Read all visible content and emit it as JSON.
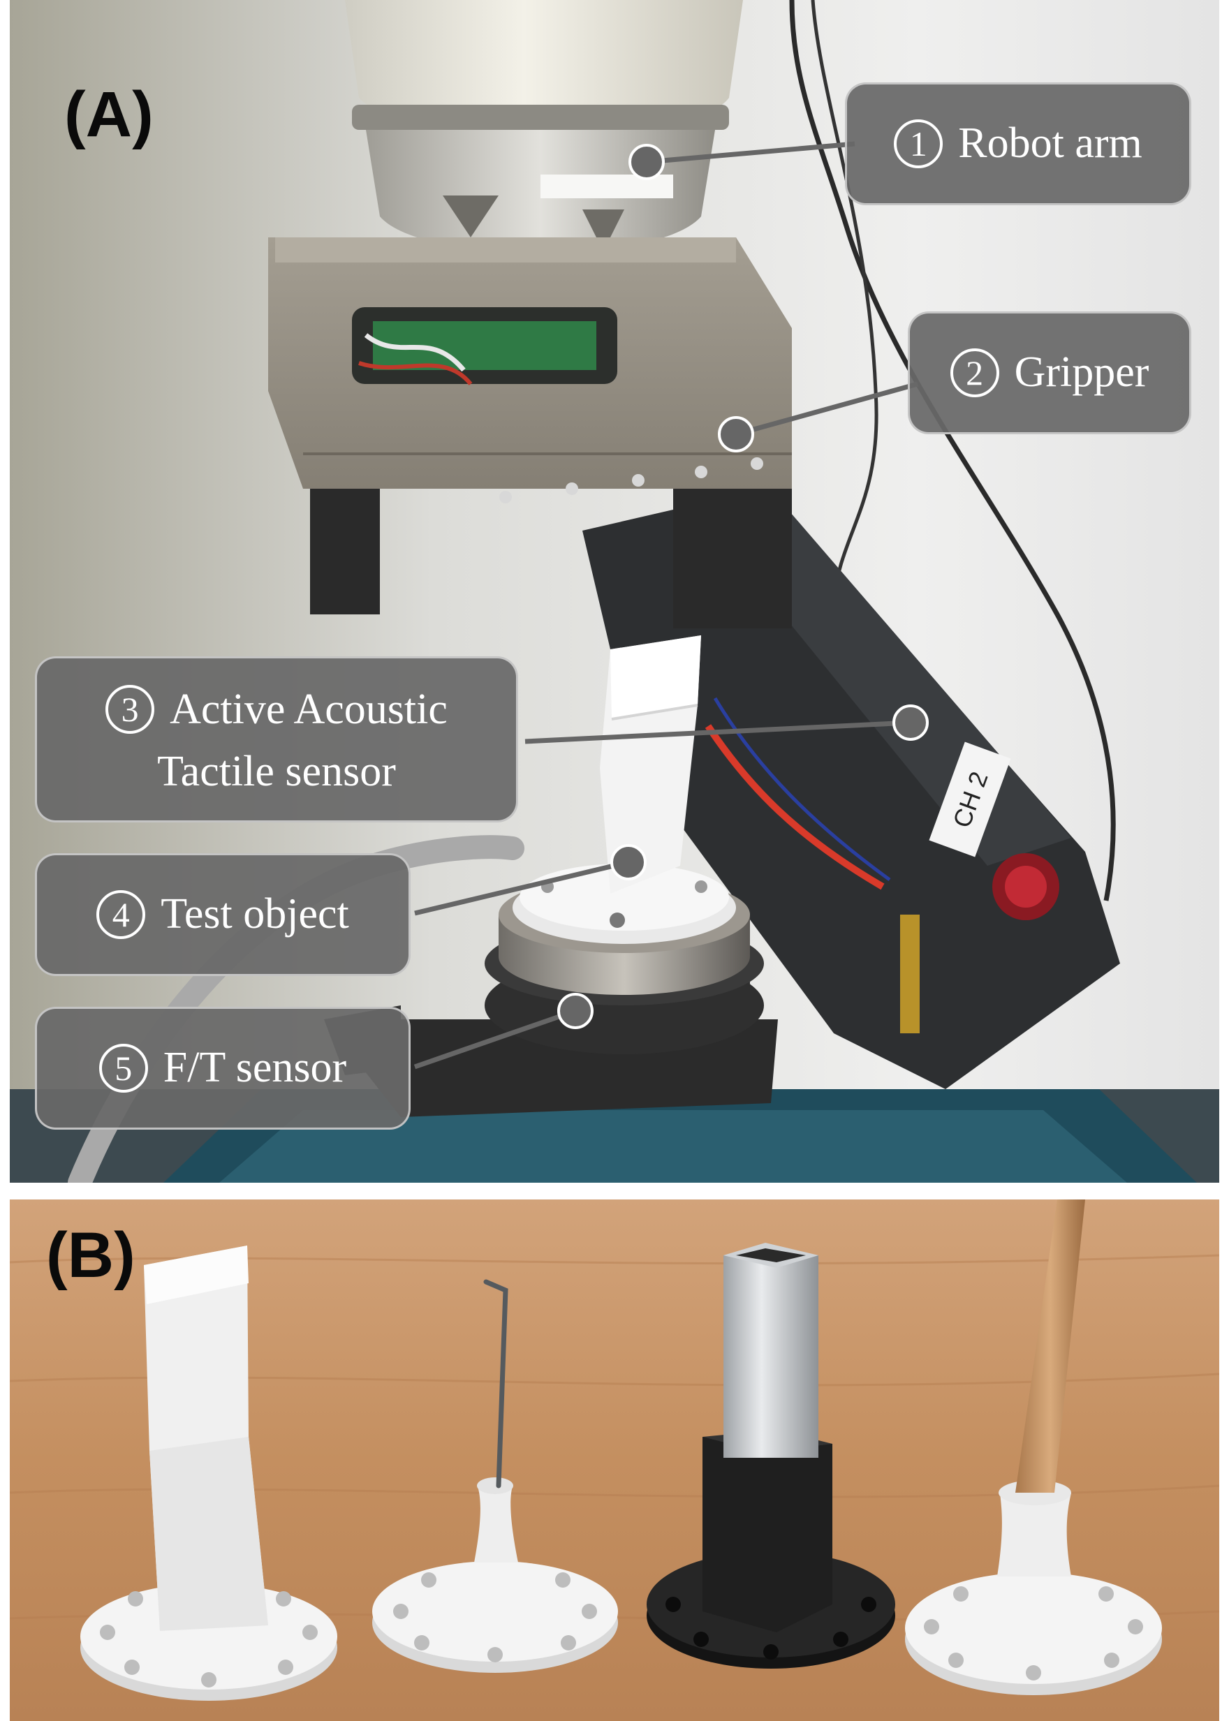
{
  "panels": {
    "a": {
      "label": "(A)"
    },
    "b": {
      "label": "(B)"
    }
  },
  "callouts": [
    {
      "number": "1",
      "lines": [
        "Robot arm"
      ]
    },
    {
      "number": "2",
      "lines": [
        "Gripper"
      ]
    },
    {
      "number": "3",
      "lines": [
        "Active Acoustic",
        "Tactile sensor"
      ]
    },
    {
      "number": "4",
      "lines": [
        "Test object"
      ]
    },
    {
      "number": "5",
      "lines": [
        "F/T sensor"
      ]
    }
  ],
  "device_labels": {
    "channel_tag": "CH 2"
  },
  "colors": {
    "callout_fill": "#686868",
    "leader_line": "#666666",
    "table_wood": "#c89566",
    "sensor_white": "#f2f2f2",
    "base_black": "#232323",
    "rail_teal": "#1f4c5c"
  }
}
